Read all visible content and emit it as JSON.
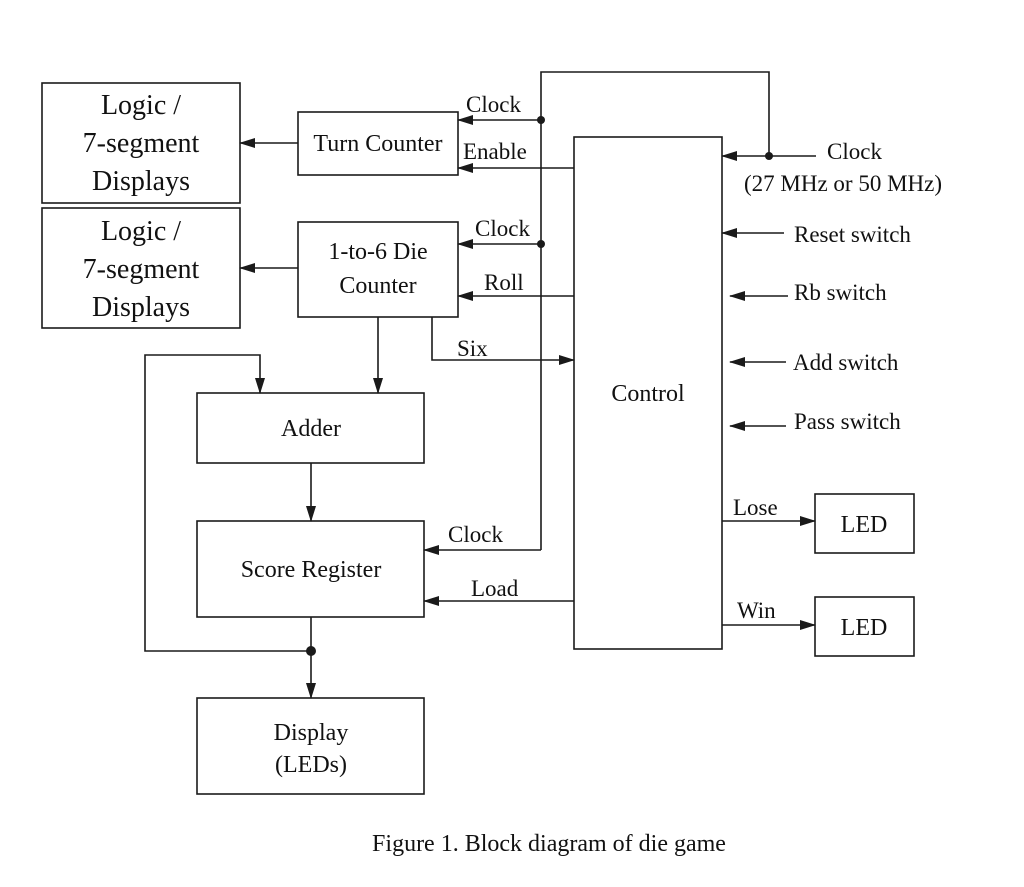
{
  "blocks": {
    "logic_display_1": [
      "Logic /",
      "7-segment",
      "Displays"
    ],
    "logic_display_2": [
      "Logic /",
      "7-segment",
      "Displays"
    ],
    "turn_counter": "Turn Counter",
    "die_counter": [
      "1-to-6 Die",
      "Counter"
    ],
    "adder": "Adder",
    "score_register": "Score Register",
    "display": [
      "Display",
      "(LEDs)"
    ],
    "control": "Control",
    "led_lose": "LED",
    "led_win": "LED"
  },
  "signals": {
    "clock_turn": "Clock",
    "enable": "Enable",
    "clock_die": "Clock",
    "roll": "Roll",
    "six": "Six",
    "clock_score": "Clock",
    "load": "Load",
    "lose": "Lose",
    "win": "Win"
  },
  "inputs": {
    "clock": [
      "Clock",
      "(27 MHz or 50 MHz)"
    ],
    "reset": "Reset switch",
    "rb": "Rb switch",
    "add": "Add switch",
    "pass": "Pass switch"
  },
  "caption": "Figure 1. Block diagram of die game"
}
